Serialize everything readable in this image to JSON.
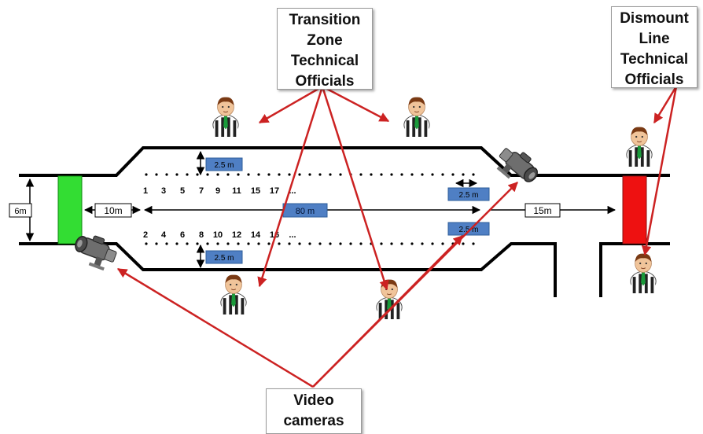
{
  "callouts": {
    "transition": [
      "Transition",
      "Zone",
      "Technical",
      "Officials"
    ],
    "dismount": [
      "Dismount",
      "Line",
      "Technical",
      "Officials"
    ],
    "video": [
      "Video",
      "cameras"
    ]
  },
  "measurements": {
    "width_6m": "6m",
    "dist_10m": "10m",
    "length_80m": "80 m",
    "dist_15m": "15m",
    "rack_gap_top": "2.5 m",
    "rack_gap_bottom": "2.5 m",
    "aisle_end_top": "2.5 m",
    "aisle_end_bottom": "2.5 m"
  },
  "rack_numbers": {
    "odd": [
      "1",
      "3",
      "5",
      "7",
      "9",
      "11",
      "15",
      "17",
      "..."
    ],
    "even": [
      "2",
      "4",
      "6",
      "8",
      "10",
      "12",
      "14",
      "16",
      "..."
    ]
  },
  "colors": {
    "mount_line": "#33dd33",
    "dismount_line": "#ee1111",
    "arrow": "#cc2222",
    "label_box": "#4f7fc4"
  }
}
